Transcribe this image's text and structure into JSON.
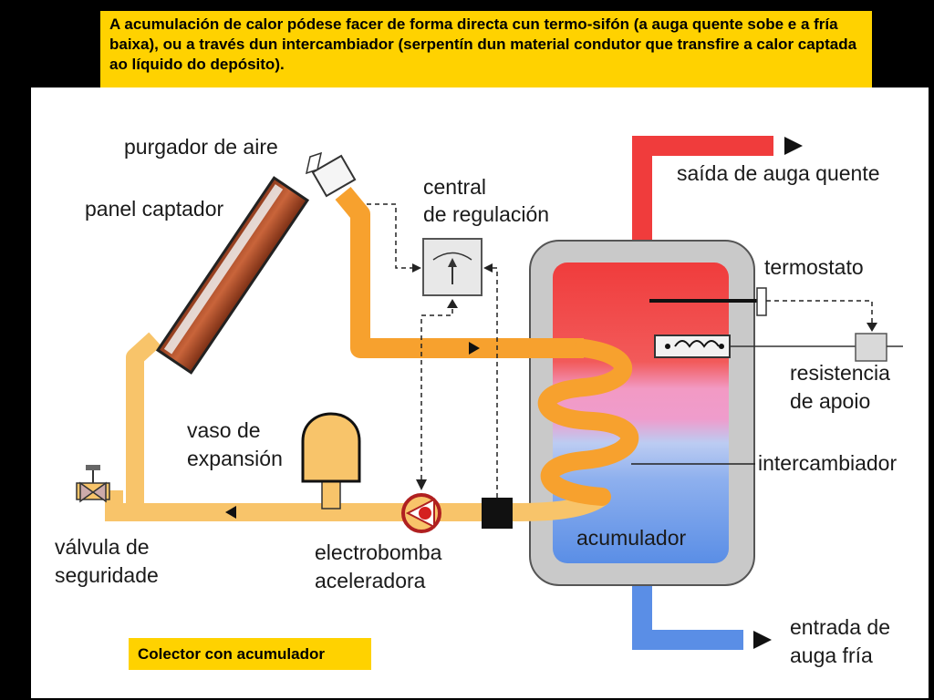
{
  "header": {
    "text": "A acumulación de calor pódese facer de forma directa cun termo-sifón (a auga quente sobe e a fría baixa), ou a través dun intercambiador (serpentín dun material condutor que transfire a calor captada ao líquido do depósito)."
  },
  "labels": {
    "purgador": "purgador de aire",
    "panel_captador": "panel captador",
    "central_1": "central",
    "central_2": "de regulación",
    "saida": "saída de auga quente",
    "termostato": "termostato",
    "resistencia_1": "resistencia",
    "resistencia_2": "de apoio",
    "vaso_1": "vaso de",
    "vaso_2": "expansión",
    "intercambiador": "intercambiador",
    "valvula_1": "válvula de",
    "valvula_2": "seguridade",
    "electrobomba_1": "electrobomba",
    "electrobomba_2": "aceleradora",
    "acumulador": "acumulador",
    "entrada_1": "entrada de",
    "entrada_2": "auga fría"
  },
  "caption": "Colector con acumulador",
  "colors": {
    "banner": "#ffd200",
    "hot_water": "#f03c3c",
    "cold_water": "#5a8ee6",
    "solar_pipe": "#f7a12e",
    "return_pipe": "#f8c46a",
    "tank_shell": "#c9c9c9"
  }
}
